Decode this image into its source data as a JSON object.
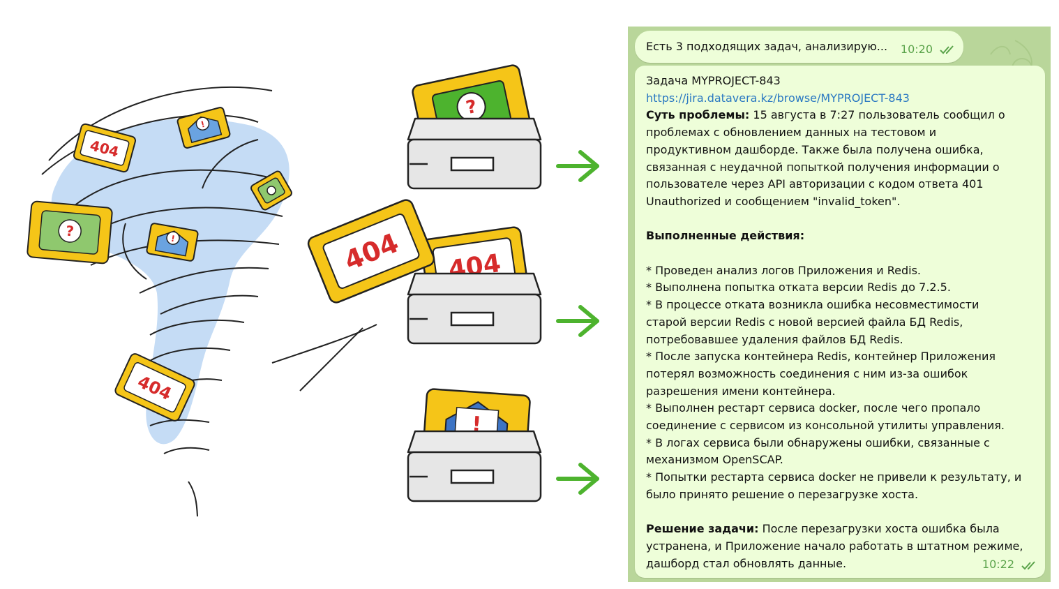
{
  "chat": {
    "message1": {
      "text": "Есть 3 подходящих задач, анализирую...",
      "time": "10:20",
      "status_icon": "double-check-icon"
    },
    "message2": {
      "title": "Задача MYPROJECT-843",
      "link": "https://jira.datavera.kz/browse/MYPROJECT-843",
      "problem_label": "Суть проблемы:",
      "problem_first": " 15 августа в 7:27 пользователь сообщил о",
      "problem_lines": [
        "проблемах с обновлением данных на тестовом и",
        "продуктивном дашборде. Также была получена ошибка,",
        "связанная с неудачной попыткой получения информации о",
        "пользователе через API авторизации  с кодом ответа 401",
        "Unauthorized и сообщением \"invalid_token\"."
      ],
      "actions_heading": "Выполненные действия:",
      "actions_lines": [
        "*   Проведен анализ логов Приложения и Redis.",
        "*   Выполнена попытка отката версии Redis до 7.2.5.",
        "*   В процессе отката возникла ошибка несовместимости",
        "старой версии Redis с новой версией файла БД Redis,",
        "потребовавшее удаления файлов БД Redis.",
        "*   После запуска контейнера Redis, контейнер Приложения",
        "потерял возможность соединения с ним из-за ошибок",
        "разрешения имени контейнера.",
        "*   Выполнен рестарт сервиса docker, после чего пропало",
        "соединение с сервисом из консольной утилиты управления.",
        "*   В логах сервиса были обнаружены ошибки, связанные с",
        "механизмом OpenSCAP.",
        "*   Попытки рестарта сервиса docker не привели к результату, и",
        "было принято решение о перезагрузке хоста."
      ],
      "solution_label": "Решение задачи:",
      "solution_first": " После перезагрузки хоста ошибка была",
      "solution_lines": [
        "устранена, и Приложение начало работать в штатном режиме,",
        "дашборд стал обновлять данные."
      ],
      "time": "10:22",
      "status_icon": "double-check-icon"
    }
  },
  "illustration": {
    "cards_404_text": "404",
    "tornado_icons": [
      "error-404-card-icon",
      "envelope-alert-icon",
      "question-bubble-icon",
      "search-icon"
    ],
    "inboxes": [
      "question-inbox",
      "error-404-inbox",
      "envelope-alert-inbox"
    ],
    "arrow_color": "#4db32e",
    "card_color": "#f5c518",
    "tornado_color": "#c5dcf5"
  }
}
